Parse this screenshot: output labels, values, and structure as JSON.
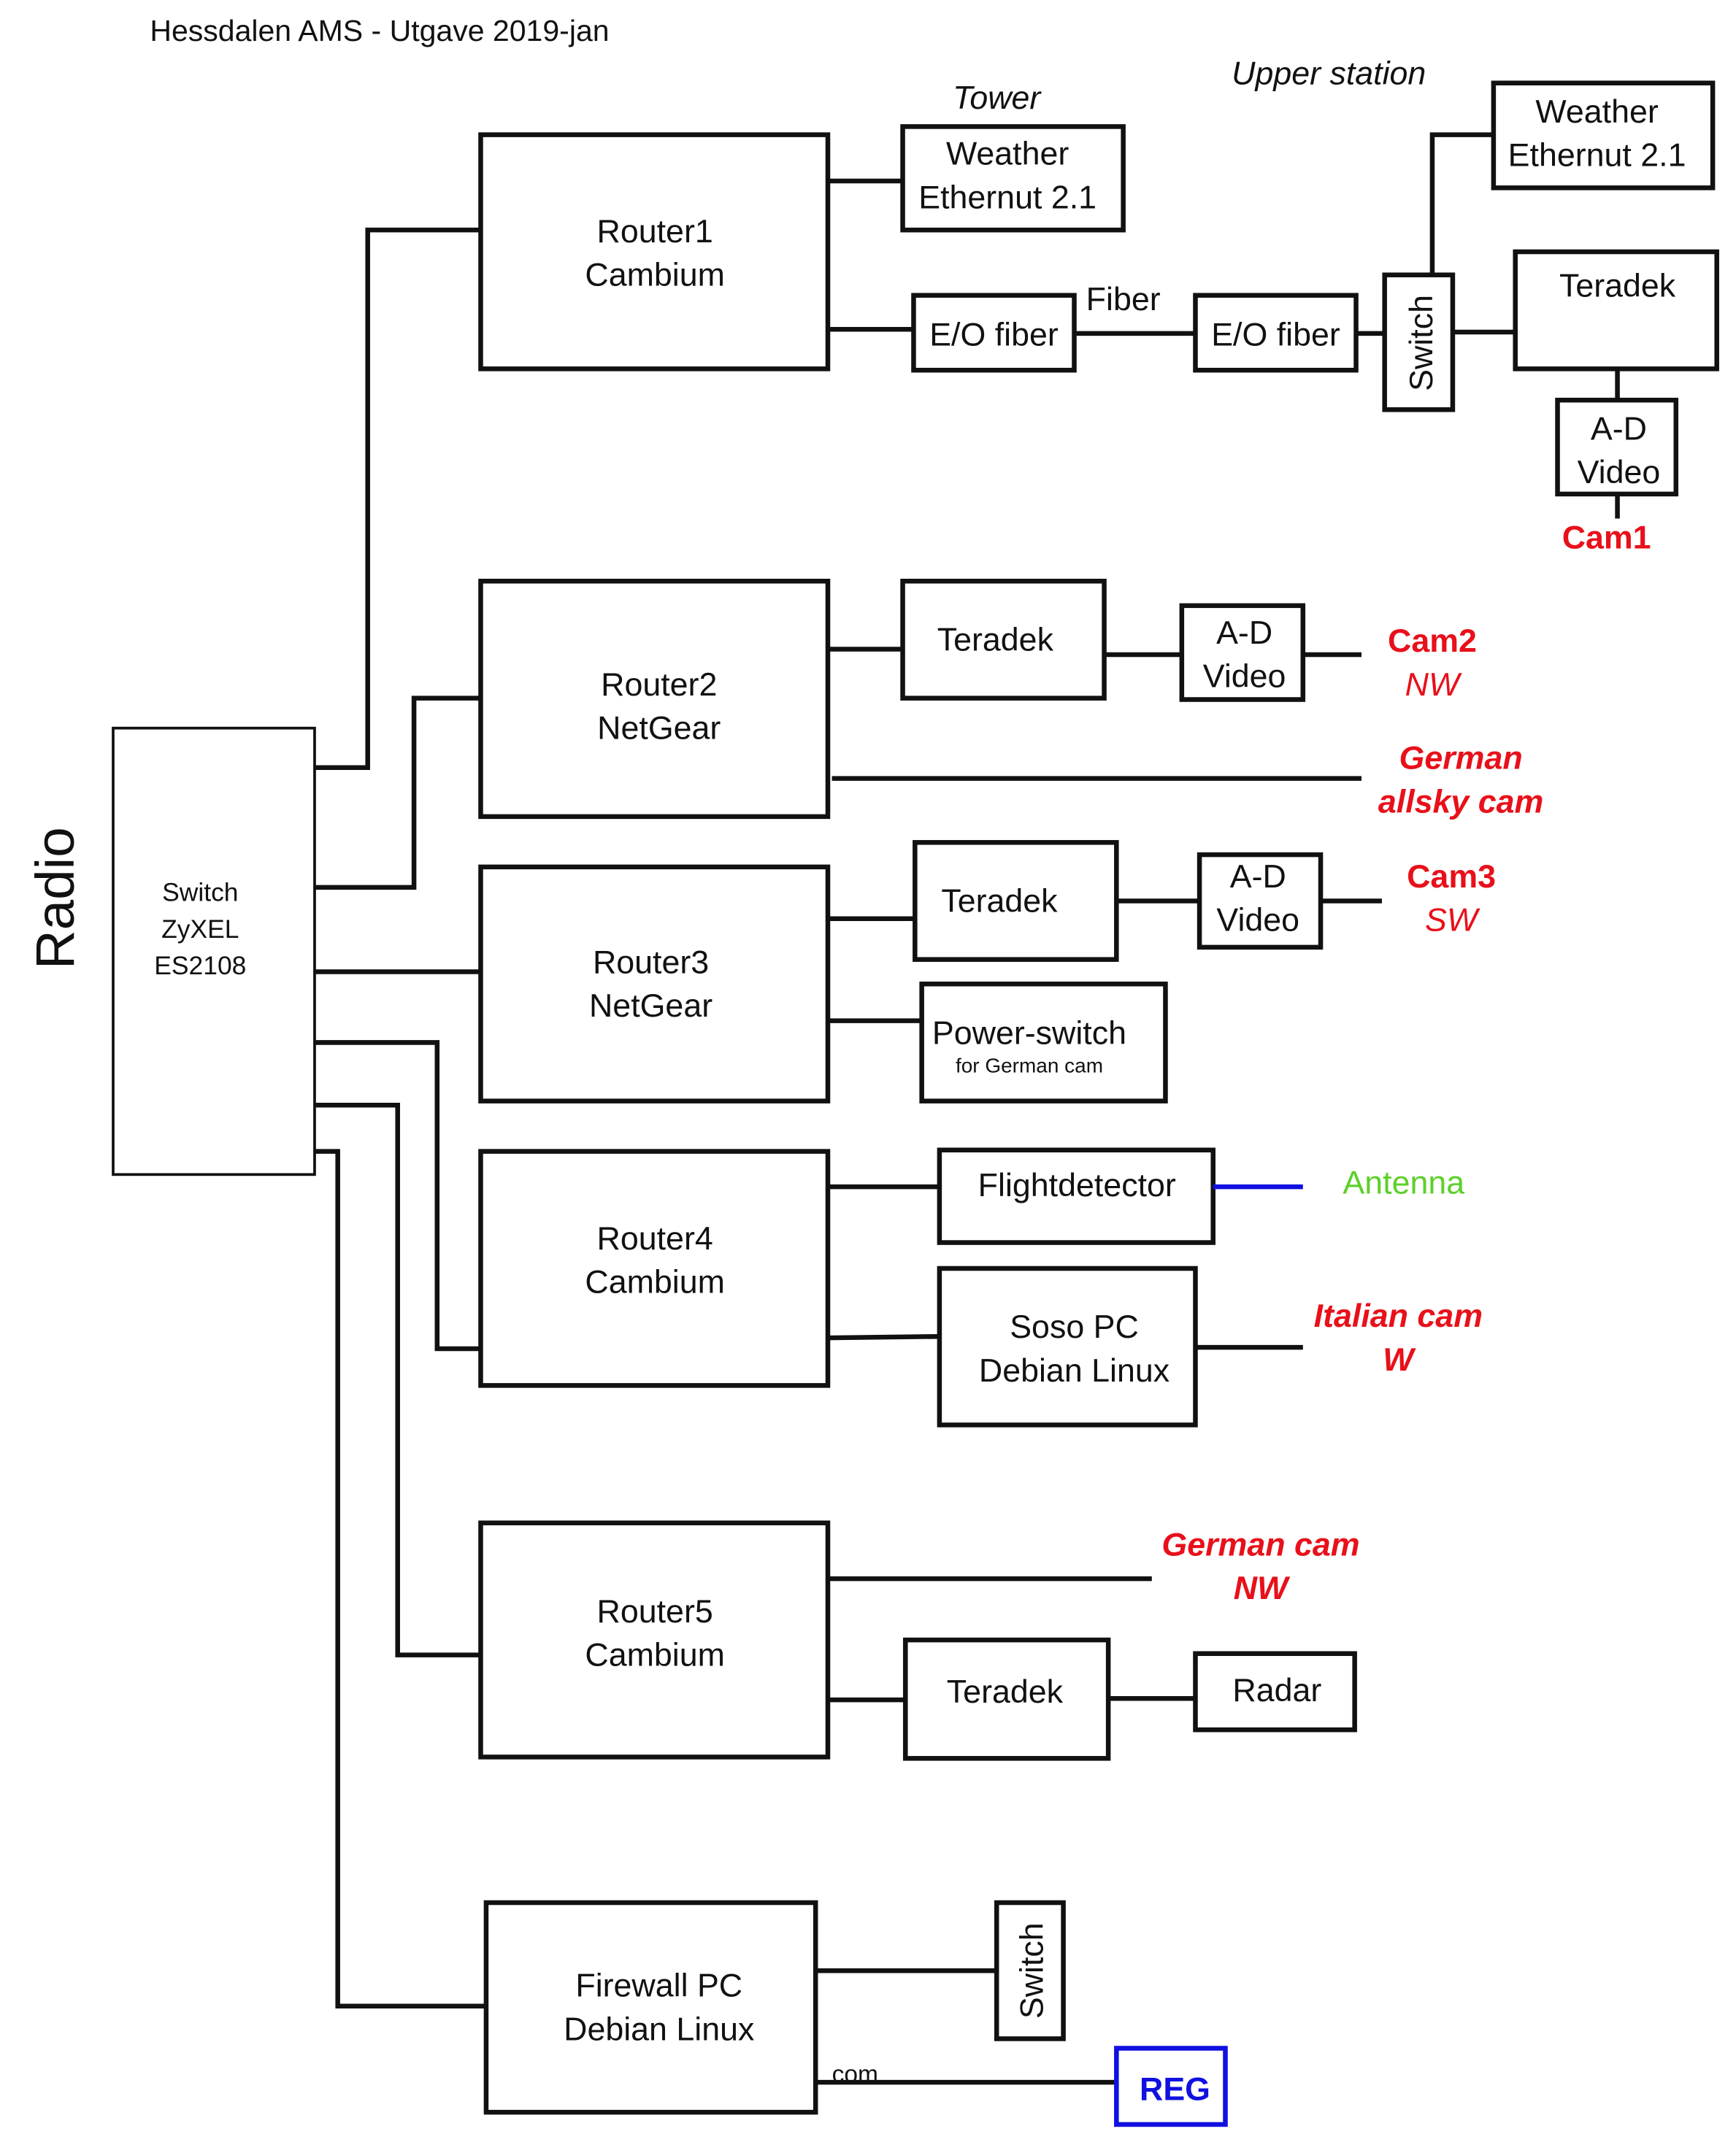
{
  "title": "Hessdalen AMS - Utgave 2019-jan",
  "radio_label": "Radio",
  "switch_main": [
    "Switch",
    "ZyXEL",
    "ES2108"
  ],
  "tower_label": "Tower",
  "upper_station_label": "Upper station",
  "fiber_label": "Fiber",
  "router1": [
    "Router1",
    "Cambium"
  ],
  "router2": [
    "Router2",
    "NetGear"
  ],
  "router3": [
    "Router3",
    "NetGear"
  ],
  "router4": [
    "Router4",
    "Cambium"
  ],
  "router5": [
    "Router5",
    "Cambium"
  ],
  "firewall": [
    "Firewall PC",
    "Debian Linux"
  ],
  "weather_tower": [
    "Weather",
    "Ethernut 2.1"
  ],
  "weather_upper": [
    "Weather",
    "Ethernut 2.1"
  ],
  "eo_fiber_1": "E/O fiber",
  "eo_fiber_2": "E/O fiber",
  "upper_switch": "Switch",
  "teradek": "Teradek",
  "ad_video": [
    "A-D",
    "Video"
  ],
  "cam1": "Cam1",
  "cam2": [
    "Cam2",
    "NW"
  ],
  "german_allsky": [
    "German",
    "allsky cam"
  ],
  "cam3": [
    "Cam3",
    "SW"
  ],
  "power_switch": [
    "Power-switch",
    "for German cam"
  ],
  "flightdetector": "Flightdetector",
  "antenna": "Antenna",
  "soso_pc": [
    "Soso PC",
    "Debian Linux"
  ],
  "italian_cam": [
    "Italian cam",
    "W"
  ],
  "german_cam_nw": [
    "German cam",
    "NW"
  ],
  "radar": "Radar",
  "firewall_switch": "Switch",
  "com_label": "com",
  "reg": "REG",
  "colors": {
    "red": "#e8101a",
    "blue": "#1010e0",
    "green": "#5cd02a"
  }
}
